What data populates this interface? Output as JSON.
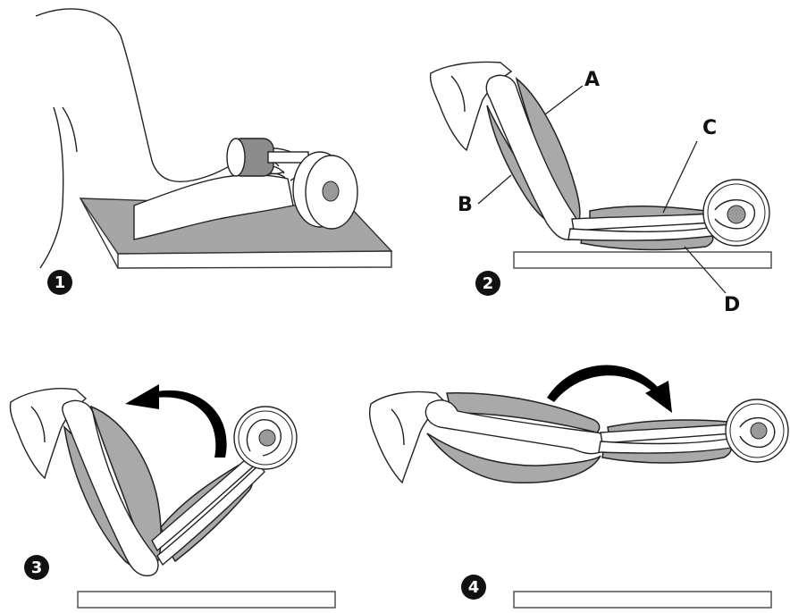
{
  "panels": [
    {
      "number": "1"
    },
    {
      "number": "2"
    },
    {
      "number": "3"
    },
    {
      "number": "4"
    }
  ],
  "labels": {
    "a": "A",
    "b": "B",
    "c": "C",
    "d": "D"
  },
  "colors": {
    "muscle": "#a9a9a9",
    "outline": "#222222",
    "badge": "#111111",
    "arrow": "#000000"
  }
}
